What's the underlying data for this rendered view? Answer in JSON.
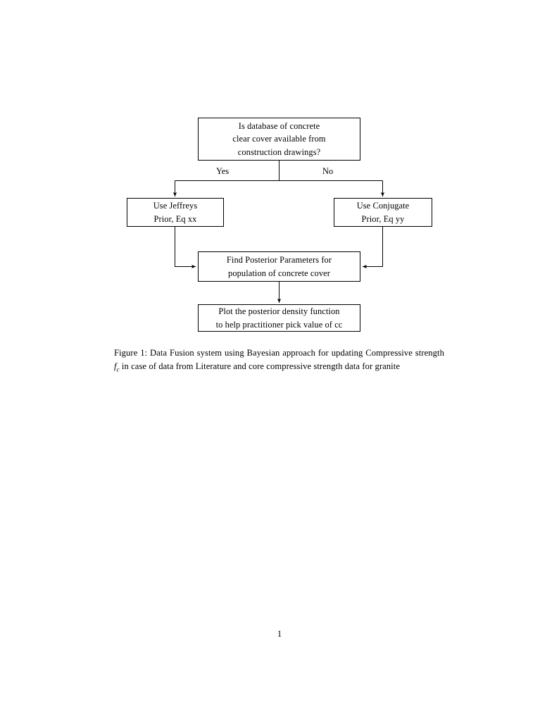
{
  "document": {
    "page_number": "1"
  },
  "figure": {
    "nodes": {
      "decision": {
        "name": "decision-box",
        "lines": [
          "Is database of concrete",
          "clear cover available from",
          "construction drawings?"
        ]
      },
      "jeffreys": {
        "name": "jeffreys-prior-box",
        "lines": [
          "Use Jeffreys",
          "Prior, Eq xx"
        ]
      },
      "conjugate": {
        "name": "conjugate-prior-box",
        "lines": [
          "Use Conjugate",
          "Prior, Eq yy"
        ]
      },
      "posterior": {
        "name": "find-posterior-box",
        "lines": [
          "Find Posterior Parameters for",
          "population of concrete cover"
        ]
      },
      "plot": {
        "name": "plot-posterior-box",
        "lines": [
          "Plot the posterior density function",
          "to help practitioner pick value of cc"
        ]
      }
    },
    "edge_labels": {
      "yes": "Yes",
      "no": "No"
    },
    "colors": {
      "stroke": "#000000",
      "fill": "#ffffff",
      "text": "#000000",
      "background": "#ffffff"
    }
  },
  "caption": {
    "prefix": "Figure 1:",
    "text_part_1": " Data Fusion system using Bayesian approach for updating Compressive strength ",
    "math_symbol": "f",
    "math_subscript": "c",
    "text_part_2": " in case of data from Literature and core compressive strength data for granite",
    "full_text": "Figure 1: Data Fusion system using Bayesian approach for updating Compressive strength f_c in case of data from Literature and core compressive strength data for granite"
  }
}
